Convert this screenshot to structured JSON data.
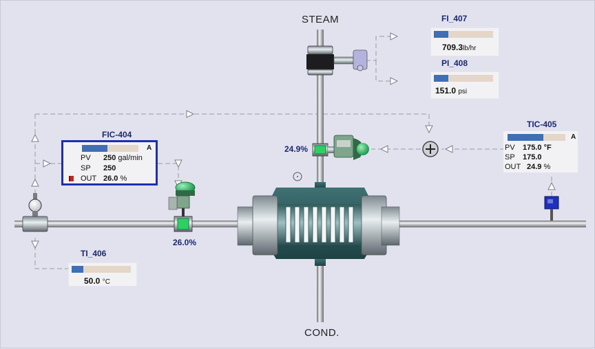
{
  "streams": {
    "steam": "STEAM",
    "cond": "COND."
  },
  "fi_407": {
    "tag": "FI_407",
    "value": "709.3",
    "unit": "lb/hr",
    "level": 0.24
  },
  "pi_408": {
    "tag": "PI_408",
    "value": "151.0",
    "unit": "psi",
    "level": 0.24
  },
  "ti_406": {
    "tag": "TI_406",
    "value": "50.0",
    "unit": "°C",
    "level": 0.2
  },
  "fic_404": {
    "tag": "FIC-404",
    "mode": "A",
    "level": 0.45,
    "rows": [
      {
        "label": "PV",
        "value": "250",
        "unit": "gal/min"
      },
      {
        "label": "SP",
        "value": "250",
        "unit": ""
      },
      {
        "label": "OUT",
        "value": "26.0",
        "unit": "%"
      }
    ]
  },
  "tic_405": {
    "tag": "TIC-405",
    "mode": "A",
    "level": 0.62,
    "rows": [
      {
        "label": "PV",
        "value": "175.0",
        "unit": "°F"
      },
      {
        "label": "SP",
        "value": "175.0",
        "unit": ""
      },
      {
        "label": "OUT",
        "value": "24.9",
        "unit": "%"
      }
    ]
  },
  "valves": {
    "flow_valve_position": "26.0%",
    "steam_valve_position": "24.9%"
  },
  "colors": {
    "tag_text": "#1b2a6b",
    "bar_fill": "#3f6fb4",
    "bar_track": "#e4d6c8",
    "faceplate_border": "#1c2fb0",
    "valve_green": "#22c45a",
    "signal_line": "#9a9aa6"
  }
}
